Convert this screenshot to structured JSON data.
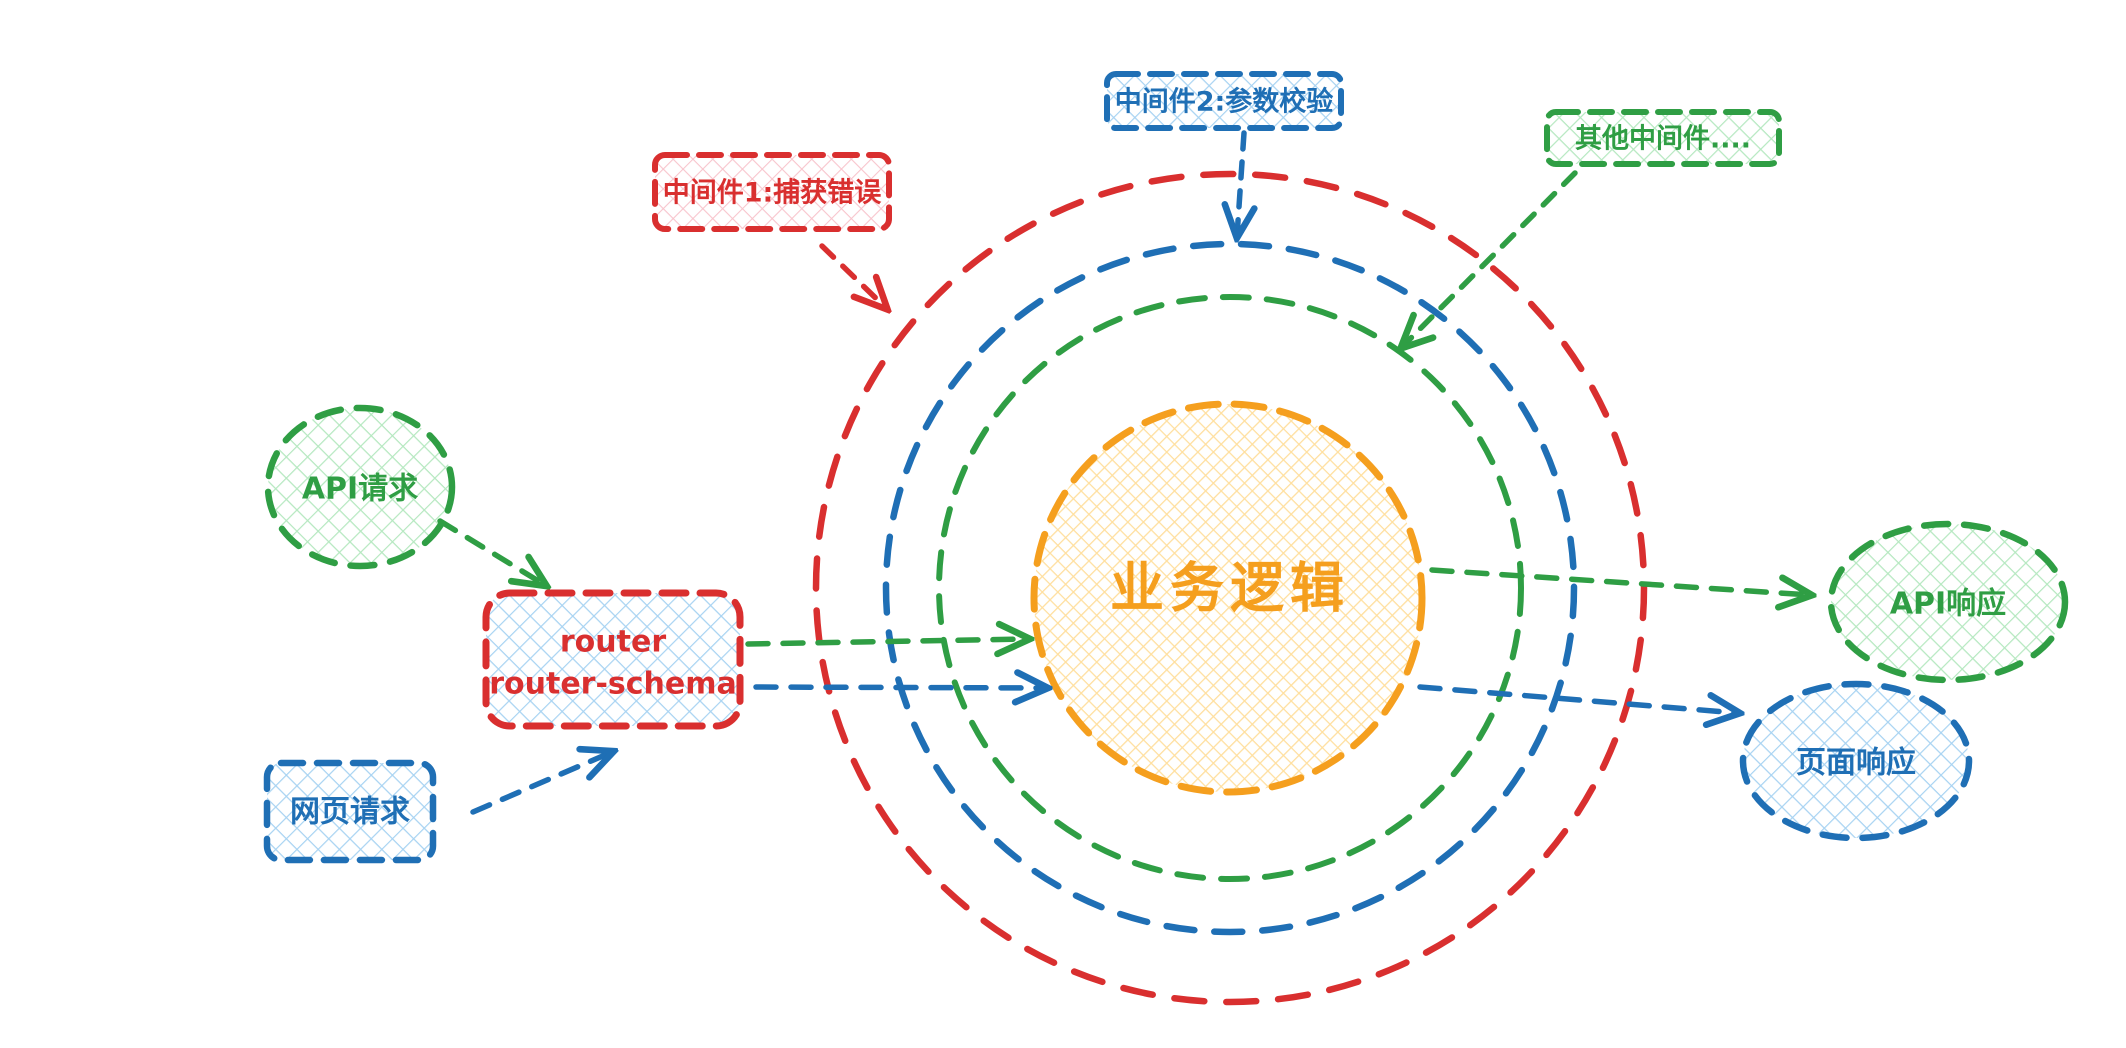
{
  "diagram": {
    "type": "middleware-onion-diagram",
    "nodes": {
      "middleware1": {
        "label": "中间件1:捕获错误"
      },
      "middleware2": {
        "label": "中间件2:参数校验"
      },
      "other_middleware": {
        "label": "其他中间件...."
      },
      "api_request": {
        "label": "API请求"
      },
      "web_request": {
        "label": "网页请求"
      },
      "router": {
        "label_line1": "router",
        "label_line2": "router-schema"
      },
      "business_logic": {
        "label": "业务逻辑"
      },
      "api_response": {
        "label": "API响应"
      },
      "page_response": {
        "label": "页面响应"
      }
    },
    "colors": {
      "red": "#d92f2f",
      "blue": "#1f6fb5",
      "green": "#2f9e44",
      "orange": "#f59f1e",
      "fill_red_light": "#f8c5cd",
      "fill_blue_light": "#a8d3f2",
      "fill_green_light": "#b5e8c0",
      "fill_yellow_light": "#ffdf9e",
      "background": "#ffffff"
    },
    "rings": [
      {
        "name": "middleware1-ring",
        "color": "#d92f2f",
        "order": "outer"
      },
      {
        "name": "middleware2-ring",
        "color": "#1f6fb5",
        "order": "middle"
      },
      {
        "name": "other-middleware-ring",
        "color": "#2f9e44",
        "order": "inner"
      }
    ]
  }
}
